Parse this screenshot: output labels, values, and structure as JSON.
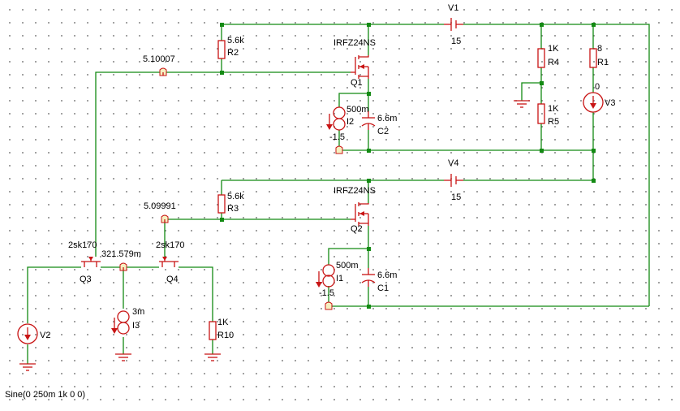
{
  "colors": {
    "wire": "#138a13",
    "component": "#c81414",
    "text": "#000000",
    "grid": "#8a8a8a"
  },
  "labels": {
    "v1_name": "V1",
    "v1_value": "15",
    "v4_name": "V4",
    "v4_value": "15",
    "r2_value": "5.6k",
    "r2_name": "R2",
    "r3_value": "5.6k",
    "r3_name": "R3",
    "q1_model": "IRFZ24NS",
    "q1_name": "Q1",
    "q2_model": "IRFZ24NS",
    "q2_name": "Q2",
    "r4_value": "1K",
    "r4_name": "R4",
    "r5_value": "1K",
    "r5_name": "R5",
    "r1_value": "8",
    "r1_name": "R1",
    "v3_value": "0",
    "v3_name": "V3",
    "i2_value": "500m",
    "i2_name": "I2",
    "i2_offset": "-1.5",
    "c2_value": "6.6m",
    "c2_name": "C2",
    "i1_value": "500m",
    "i1_name": "I1",
    "i1_offset": "-1.5",
    "c1_value": "6.6m",
    "c1_name": "C1",
    "probe1_value": "5.10007",
    "probe2_value": "5.09991",
    "probe3_value": "321.579m",
    "q3_model": "2sk170",
    "q3_name": "Q3",
    "q4_model": "2sk170",
    "q4_name": "Q4",
    "i3_value": "3m",
    "i3_name": "I3",
    "r10_value": "1K",
    "r10_name": "R10",
    "v2_name": "V2",
    "v2_source": "Sine(0 250m 1k 0 0)"
  }
}
